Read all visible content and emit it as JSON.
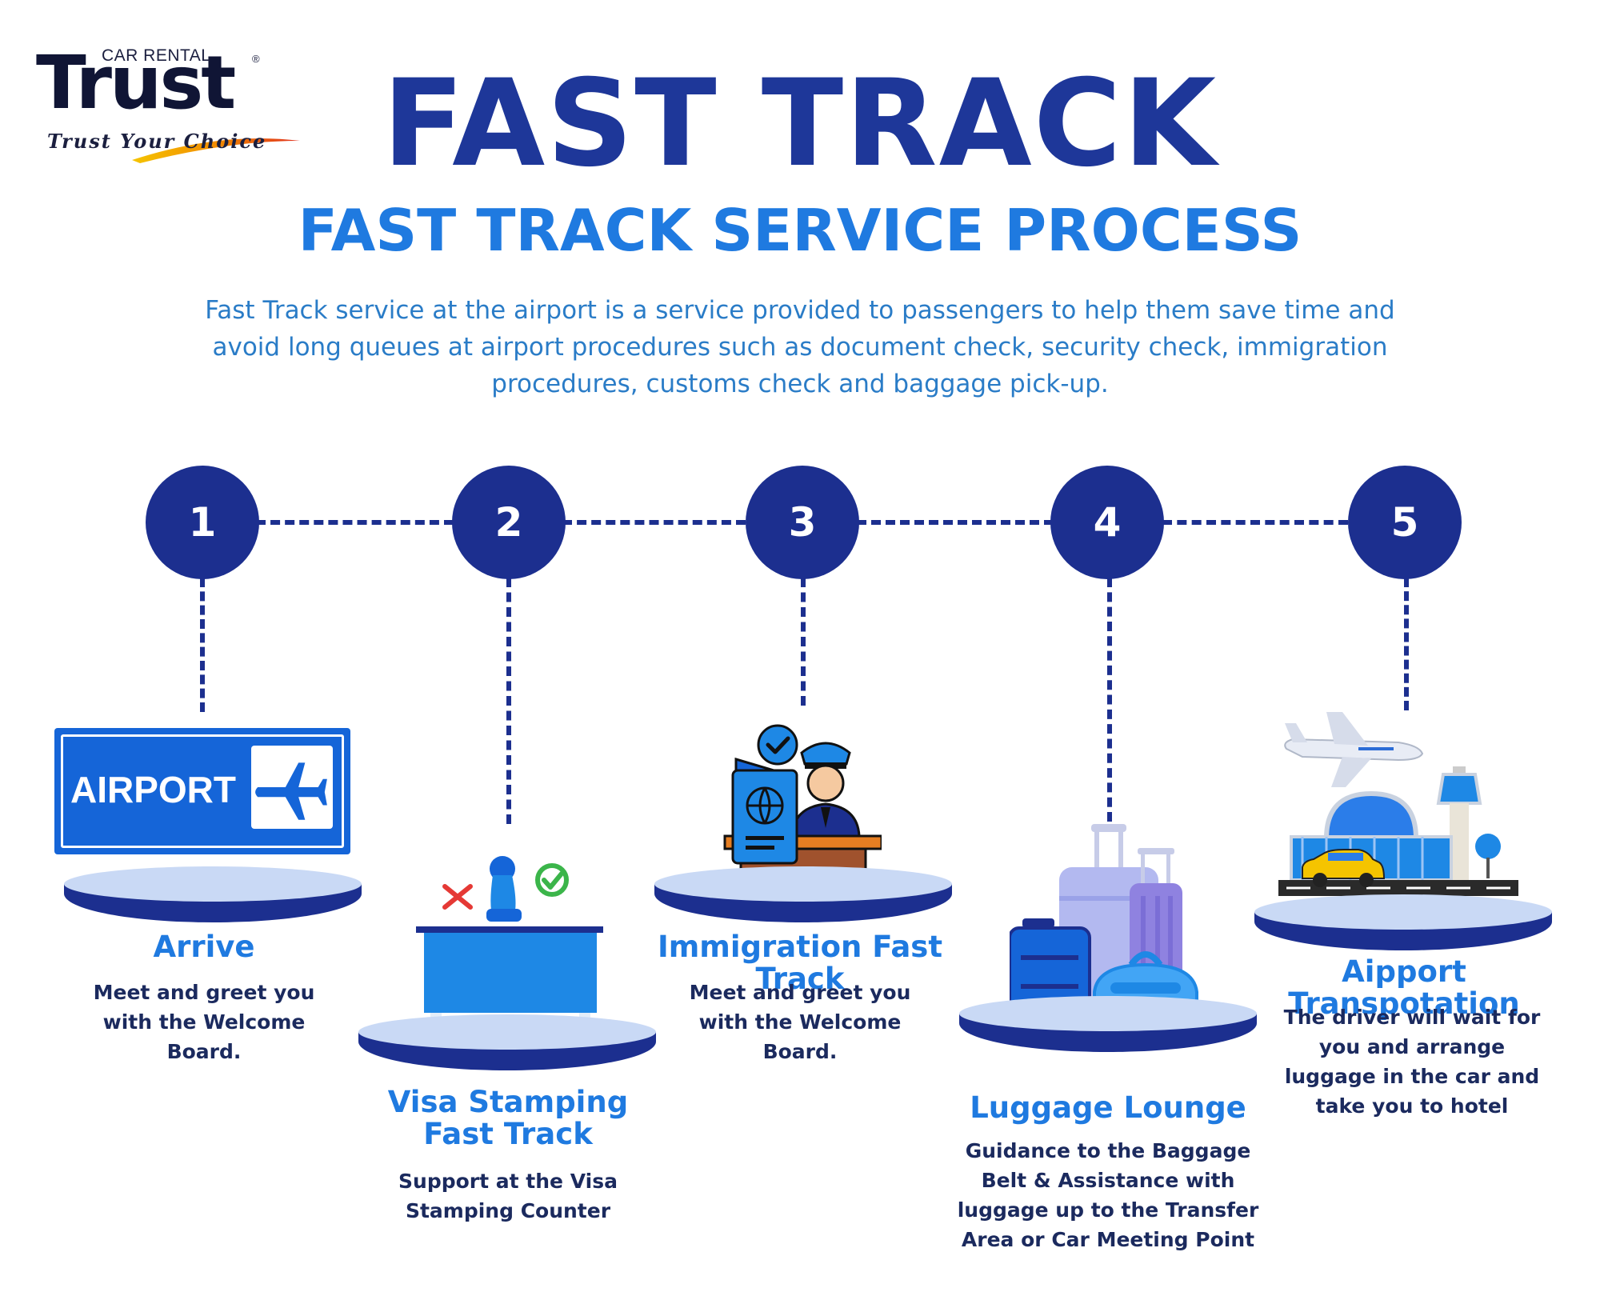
{
  "logo": {
    "car_rental": "CAR RENTAL",
    "brand": "Trust",
    "registered": "®",
    "slogan": "Trust Your Choice"
  },
  "title": "FAST TRACK",
  "subtitle": "FAST TRACK SERVICE PROCESS",
  "intro": "Fast Track service at the airport is a service provided to passengers to help them save time and avoid long queues at airport procedures such as document check, security check, immigration procedures, customs check and baggage pick-up.",
  "colors": {
    "navy": "#1c2f8f",
    "title_blue": "#1e3799",
    "accent_blue": "#1f7ae0",
    "podium_top": "#c9d9f5"
  },
  "steps": [
    {
      "number": "1",
      "title": "Arrive",
      "description": "Meet and greet you with the Welcome Board.",
      "icon": "airport-sign-icon"
    },
    {
      "number": "2",
      "title": "Visa Stamping Fast Track",
      "description": "Support at the Visa Stamping Counter",
      "icon": "visa-stamp-counter-icon"
    },
    {
      "number": "3",
      "title": "Immigration Fast Track",
      "description": "Meet and greet you with the Welcome Board.",
      "icon": "immigration-officer-icon"
    },
    {
      "number": "4",
      "title": "Luggage Lounge",
      "description": "Guidance to the Baggage Belt & Assistance with luggage up to the Transfer Area or Car Meeting Point",
      "icon": "luggage-icon"
    },
    {
      "number": "5",
      "title": "Aipport Transpotation",
      "description": "The driver will wait for you and arrange luggage in the car and take you to hotel",
      "icon": "airport-transport-icon"
    }
  ],
  "airport_sign_text": "AIRPORT"
}
